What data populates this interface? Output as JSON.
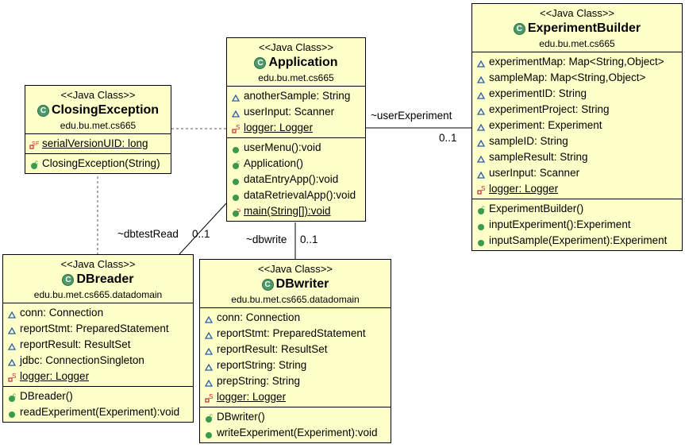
{
  "stereotype": "<<Java Class>>",
  "classes": {
    "application": {
      "name": "Application",
      "package": "edu.bu.met.cs665",
      "attributes": [
        {
          "text": "anotherSample: String",
          "vis": "package"
        },
        {
          "text": "userInput: Scanner",
          "vis": "package"
        },
        {
          "text": "logger: Logger",
          "vis": "private-static",
          "underline": true
        }
      ],
      "methods": [
        {
          "text": "userMenu():void",
          "vis": "public"
        },
        {
          "text": "Application()",
          "vis": "constructor"
        },
        {
          "text": "dataEntryApp():void",
          "vis": "public"
        },
        {
          "text": "dataRetrievalApp():void",
          "vis": "public"
        },
        {
          "text": "main(String[]):void",
          "vis": "public-static",
          "underline": true
        }
      ]
    },
    "closing": {
      "name": "ClosingException",
      "package": "edu.bu.met.cs665",
      "attributes": [
        {
          "text": "serialVersionUID: long",
          "vis": "private-static-final",
          "underline": true
        }
      ],
      "methods": [
        {
          "text": "ClosingException(String)",
          "vis": "constructor"
        }
      ]
    },
    "builder": {
      "name": "ExperimentBuilder",
      "package": "edu.bu.met.cs665",
      "attributes": [
        {
          "text": "experimentMap: Map<String,Object>",
          "vis": "package"
        },
        {
          "text": "sampleMap: Map<String,Object>",
          "vis": "package"
        },
        {
          "text": "experimentID: String",
          "vis": "package"
        },
        {
          "text": "experimentProject: String",
          "vis": "package"
        },
        {
          "text": "experiment: Experiment",
          "vis": "package"
        },
        {
          "text": "sampleID: String",
          "vis": "package"
        },
        {
          "text": "sampleResult: String",
          "vis": "package"
        },
        {
          "text": "userInput: Scanner",
          "vis": "package"
        },
        {
          "text": "logger: Logger",
          "vis": "private-static",
          "underline": true
        }
      ],
      "methods": [
        {
          "text": "ExperimentBuilder()",
          "vis": "constructor"
        },
        {
          "text": "inputExperiment():Experiment",
          "vis": "public"
        },
        {
          "text": "inputSample(Experiment):Experiment",
          "vis": "public"
        }
      ]
    },
    "reader": {
      "name": "DBreader",
      "package": "edu.bu.met.cs665.datadomain",
      "attributes": [
        {
          "text": "conn: Connection",
          "vis": "package"
        },
        {
          "text": "reportStmt: PreparedStatement",
          "vis": "package"
        },
        {
          "text": "reportResult: ResultSet",
          "vis": "package"
        },
        {
          "text": "jdbc: ConnectionSingleton",
          "vis": "package"
        },
        {
          "text": "logger: Logger",
          "vis": "private-static",
          "underline": true
        }
      ],
      "methods": [
        {
          "text": "DBreader()",
          "vis": "constructor"
        },
        {
          "text": "readExperiment(Experiment):void",
          "vis": "public"
        }
      ]
    },
    "writer": {
      "name": "DBwriter",
      "package": "edu.bu.met.cs665.datadomain",
      "attributes": [
        {
          "text": "conn: Connection",
          "vis": "package"
        },
        {
          "text": "reportStmt: PreparedStatement",
          "vis": "package"
        },
        {
          "text": "reportResult: ResultSet",
          "vis": "package"
        },
        {
          "text": "reportString: String",
          "vis": "package"
        },
        {
          "text": "prepString: String",
          "vis": "package"
        },
        {
          "text": "logger: Logger",
          "vis": "private-static",
          "underline": true
        }
      ],
      "methods": [
        {
          "text": "DBwriter()",
          "vis": "constructor"
        },
        {
          "text": "writeExperiment(Experiment):void",
          "vis": "public"
        }
      ]
    }
  },
  "edges": {
    "user_experiment": {
      "role": "~userExperiment",
      "mult": "0..1"
    },
    "dbtest_read": {
      "role": "~dbtestRead",
      "mult": "0..1"
    },
    "dbwrite": {
      "role": "~dbwrite",
      "mult": "0..1"
    }
  },
  "colors": {
    "class_fill": "#ffffc9",
    "public": "#3a9a4e",
    "package": "#2a5fa8",
    "private": "#c0283a",
    "class_icon": "#4c9a6a"
  }
}
